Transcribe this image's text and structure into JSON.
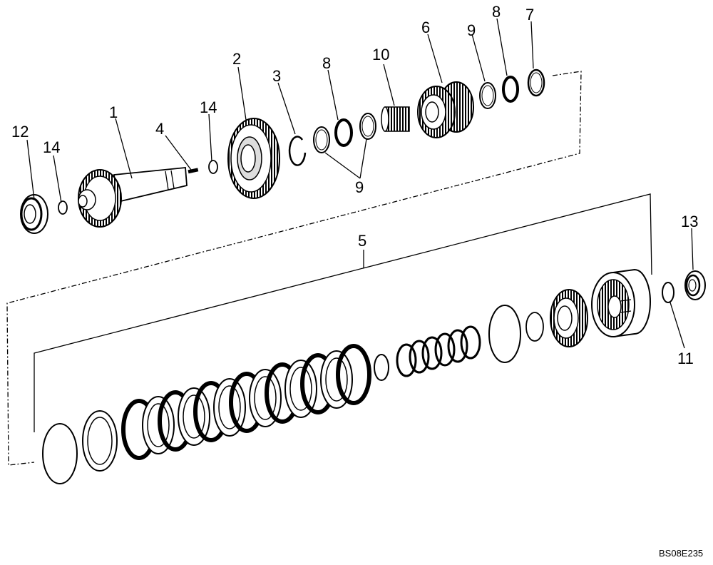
{
  "callouts": {
    "c1": "1",
    "c2": "2",
    "c3": "3",
    "c4": "4",
    "c5": "5",
    "c6": "6",
    "c7": "7",
    "c8a": "8",
    "c8b": "8",
    "c9a": "9",
    "c9b": "9",
    "c10": "10",
    "c11": "11",
    "c12": "12",
    "c13": "13",
    "c14a": "14",
    "c14b": "14"
  },
  "drawing_code": "BS08E235"
}
